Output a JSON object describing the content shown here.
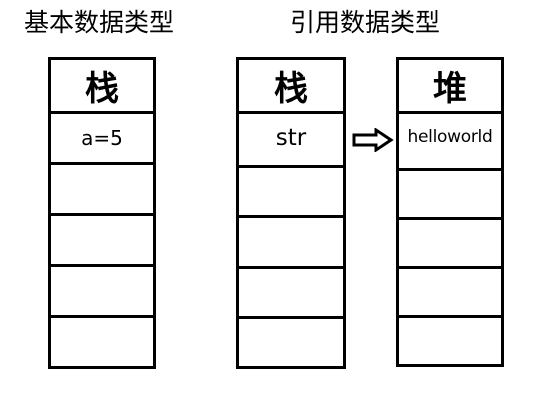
{
  "titles": {
    "primitive": "基本数据类型",
    "reference": "引用数据类型"
  },
  "primitive_stack": {
    "header": "栈",
    "cells": [
      "a=5",
      "",
      "",
      "",
      ""
    ]
  },
  "reference_stack": {
    "header": "栈",
    "cells": [
      "str",
      "",
      "",
      "",
      ""
    ]
  },
  "heap": {
    "header": "堆",
    "cells": [
      "helloworld",
      "",
      "",
      "",
      ""
    ]
  },
  "arrow_icon": "right-arrow-icon"
}
